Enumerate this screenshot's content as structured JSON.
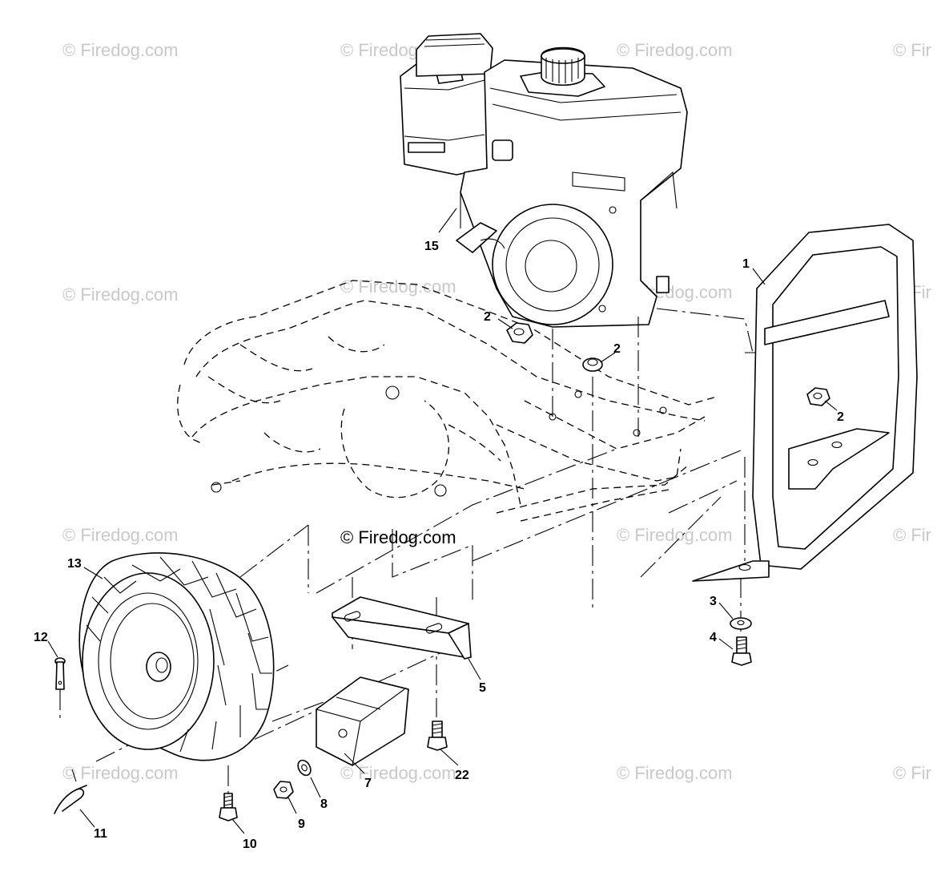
{
  "watermark": {
    "text": "© Firedog.com",
    "partial_text": "© Fir"
  },
  "callouts": [
    {
      "id": "c1",
      "label": "1"
    },
    {
      "id": "c2a",
      "label": "2"
    },
    {
      "id": "c2b",
      "label": "2"
    },
    {
      "id": "c2c",
      "label": "2"
    },
    {
      "id": "c3",
      "label": "3"
    },
    {
      "id": "c4",
      "label": "4"
    },
    {
      "id": "c5",
      "label": "5"
    },
    {
      "id": "c7",
      "label": "7"
    },
    {
      "id": "c8",
      "label": "8"
    },
    {
      "id": "c9",
      "label": "9"
    },
    {
      "id": "c10",
      "label": "10"
    },
    {
      "id": "c11",
      "label": "11"
    },
    {
      "id": "c12",
      "label": "12"
    },
    {
      "id": "c13",
      "label": "13"
    },
    {
      "id": "c15",
      "label": "15"
    },
    {
      "id": "c22",
      "label": "22"
    }
  ],
  "parts": {
    "engine": "engine-icon",
    "bumper": "bumper-icon",
    "wheel": "wheel-icon",
    "bracket": "bracket-icon",
    "weight": "weight-block-icon",
    "tiller_frame": "tiller-frame-icon"
  },
  "colors": {
    "line": "#000000",
    "watermark": "#c9c9c9",
    "background": "#ffffff"
  }
}
